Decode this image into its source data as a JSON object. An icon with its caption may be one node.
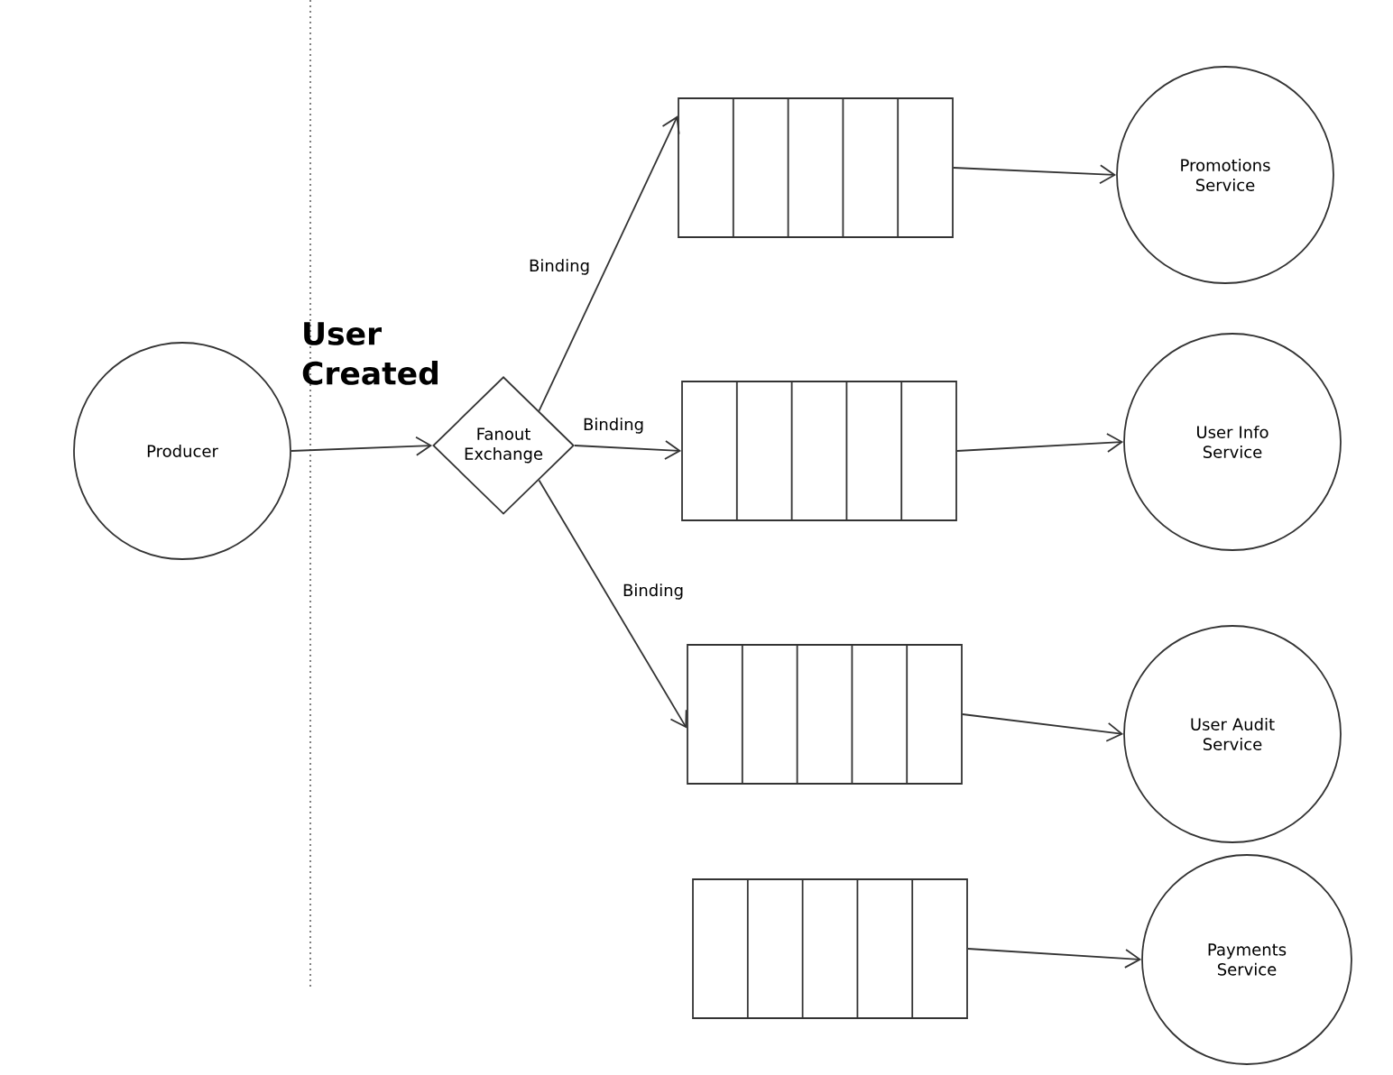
{
  "diagram": {
    "nodes": [
      {
        "text": [
          "Producer"
        ]
      },
      {
        "text": [
          "Fanout Exchange"
        ]
      },
      {
        "text": [],
        "shape": "box"
      },
      {
        "text": [],
        "shape": "box"
      },
      {
        "text": [],
        "shape": "box"
      },
      {
        "text": [],
        "shape": "box"
      },
      {
        "text": [
          "Promotions Service"
        ]
      },
      {
        "text": [
          "User Info Service"
        ]
      },
      {
        "text": [
          "User Audit Service"
        ]
      },
      {
        "text": [
          "Payments Service"
        ]
      }
    ],
    "edges": [
      {
        "from": 0,
        "to": 1,
        "arrow": "to",
        "label": "User Created"
      },
      {
        "from": 1,
        "to": 2,
        "arrow": "to",
        "label": "Binding"
      },
      {
        "from": 1,
        "to": 3,
        "arrow": "to",
        "label": "Binding"
      },
      {
        "from": 1,
        "to": 4,
        "arrow": "to",
        "label": "Binding"
      },
      {
        "from": 2,
        "to": 6,
        "arrow": "to"
      },
      {
        "from": 3,
        "to": 7,
        "arrow": "to"
      },
      {
        "from": 4,
        "to": 8,
        "arrow": "to"
      },
      {
        "from": 5,
        "to": 9,
        "arrow": "to"
      }
    ]
  }
}
